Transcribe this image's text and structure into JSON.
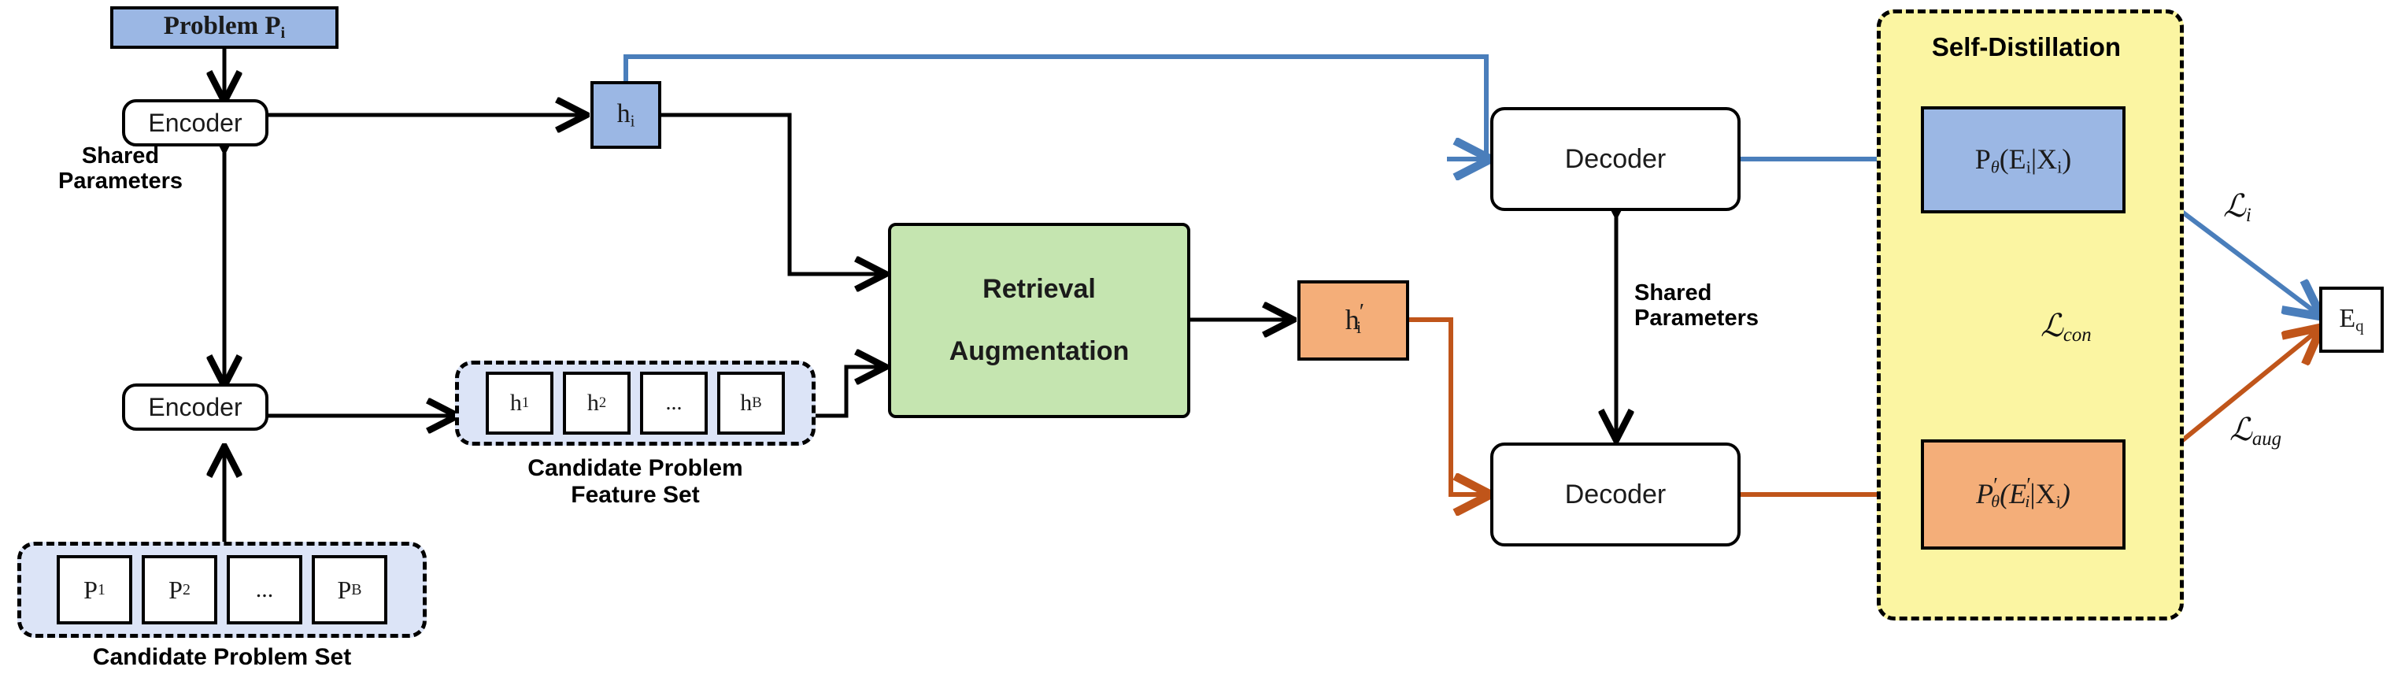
{
  "diagram": {
    "title": "Retrieval-augmented self-distillation architecture",
    "colors": {
      "blue_fill": "#9BB7E4",
      "orange_fill": "#F4AE79",
      "green_fill": "#C5E5B0",
      "group_blue_fill": "#DCE4F7",
      "group_yellow_fill": "#FBF5A2",
      "blue_arrow": "#4A7EBB",
      "orange_arrow": "#C0551A",
      "red_arrow": "#E8576B",
      "black_arrow": "#000000"
    },
    "nodes": {
      "problem": {
        "label": "Problem P",
        "sub": "i"
      },
      "encoder_top": {
        "label": "Encoder"
      },
      "encoder_bottom": {
        "label": "Encoder"
      },
      "h_i": {
        "label": "h",
        "sub": "i"
      },
      "h_i_prime": {
        "label": "h",
        "prime": "′",
        "sub": "i"
      },
      "retrieval": {
        "line1": "Retrieval",
        "line2": "Augmentation"
      },
      "decoder_top": {
        "label": "Decoder"
      },
      "decoder_bottom": {
        "label": "Decoder"
      },
      "p_theta": {
        "label": "P",
        "theta": "θ",
        "args": "(E",
        "args_sub": "i",
        "bar": "|X",
        "bar_sub": "i",
        "close": ")"
      },
      "p_theta_prime": {
        "label": "P",
        "prime": "′",
        "theta": "θ",
        "args": "(E",
        "arg_prime": "′",
        "args_sub": "i",
        "bar": "|X",
        "bar_sub": "i",
        "close": ")"
      },
      "e_q": {
        "label": "E",
        "sub": "q"
      }
    },
    "groups": {
      "candidate_problem_set": {
        "caption": "Candidate Problem Set",
        "items": [
          "P₁",
          "P₂",
          "…",
          "Pʙ"
        ],
        "items_plain": [
          {
            "base": "P",
            "sub": "1"
          },
          {
            "base": "P",
            "sub": "2"
          },
          {
            "base": "...",
            "sub": ""
          },
          {
            "base": "P",
            "sub": "B"
          }
        ]
      },
      "candidate_problem_feature_set": {
        "caption": "Candidate Problem\nFeature Set",
        "items_plain": [
          {
            "base": "h",
            "sub": "1"
          },
          {
            "base": "h",
            "sub": "2"
          },
          {
            "base": "...",
            "sub": ""
          },
          {
            "base": "h",
            "sub": "B"
          }
        ]
      },
      "self_distillation": {
        "caption": "Self-Distillation"
      }
    },
    "annotations": {
      "shared_parameters_left": "Shared\nParameters",
      "shared_parameters_right": "Shared\nParameters",
      "loss_i": {
        "symbol": "ℒ",
        "sub": "i"
      },
      "loss_con": {
        "symbol": "ℒ",
        "sub": "con"
      },
      "loss_aug": {
        "symbol": "ℒ",
        "sub": "aug"
      }
    }
  }
}
